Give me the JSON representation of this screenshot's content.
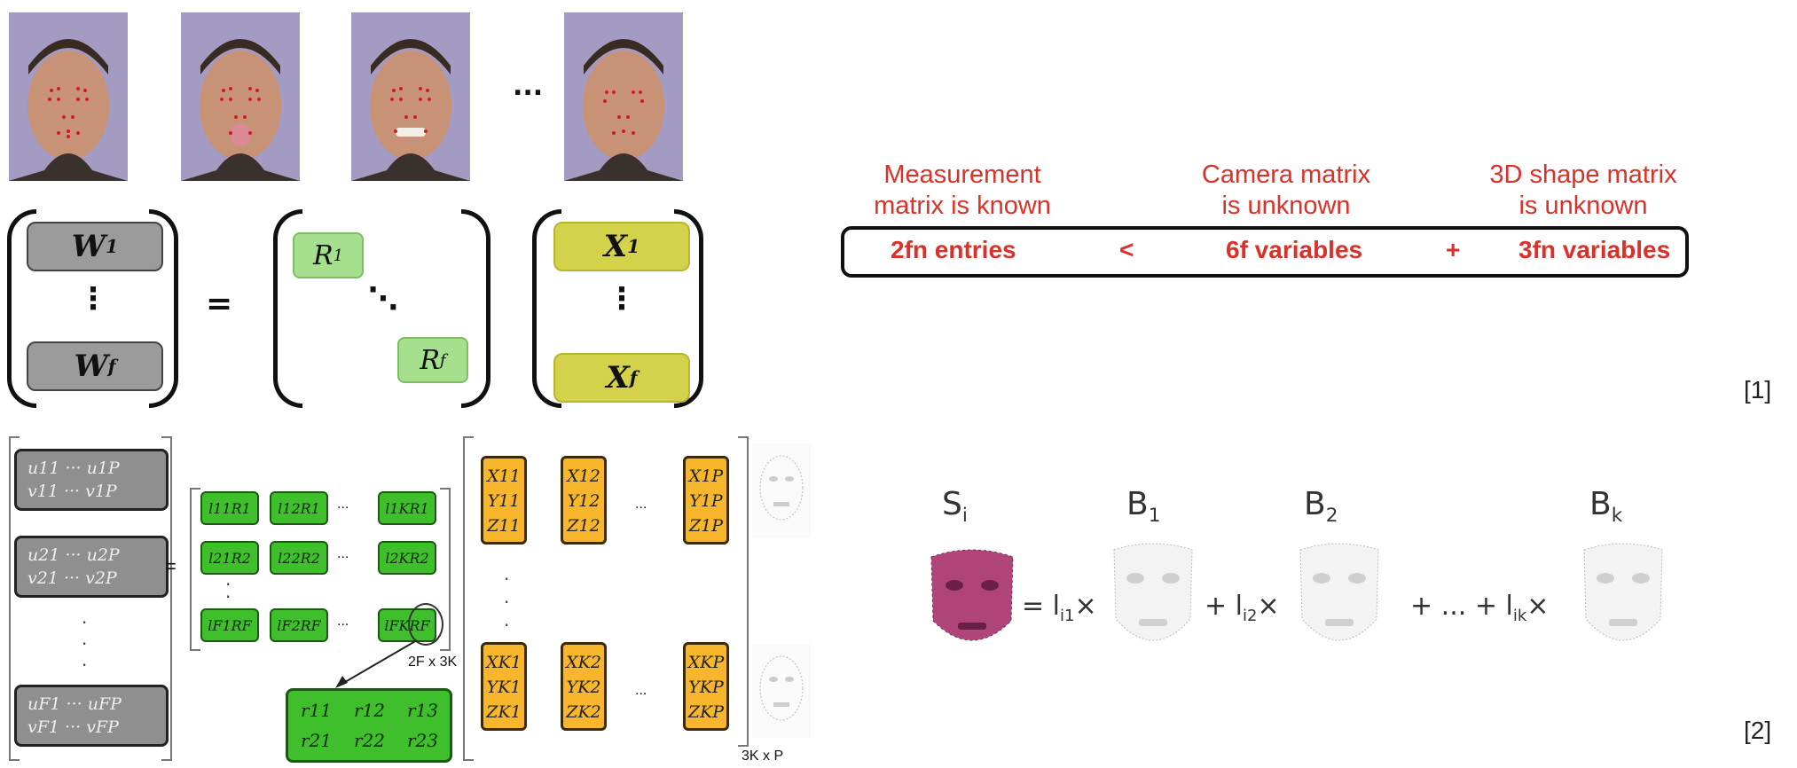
{
  "top_left": {
    "ellipsis": "...",
    "equals": "=",
    "vdots": "⋮",
    "ddots": "⋱",
    "W1": "W",
    "W1_sub": "1",
    "Wf": "W",
    "Wf_sub": "f",
    "R1": "R",
    "R1_sub": "1",
    "Rf": "R",
    "Rf_sub": "f",
    "X1": "X",
    "X1_sub": "1",
    "Xf": "X",
    "Xf_sub": "f"
  },
  "constraint": {
    "col1_line1": "Measurement",
    "col1_line2": "matrix is known",
    "col2_line1": "Camera matrix",
    "col2_line2": "is unknown",
    "col3_line1": "3D shape matrix",
    "col3_line2": "is unknown",
    "term1": "2fn entries",
    "op1": "<",
    "term2": "6f variables",
    "op2": "+",
    "term3": "3fn variables"
  },
  "citations": {
    "c1": "[1]",
    "c2": "[2]"
  },
  "bottom_left": {
    "u11": "u11 ··· u1P",
    "v11": "v11 ··· v1P",
    "u21": "u21 ··· u2P",
    "v21": "v21 ··· v2P",
    "uF1": "uF1 ··· uFP",
    "vF1": "vF1 ··· vFP",
    "equals": "=",
    "cells_row1": [
      "l11R1",
      "l12R1",
      "l1KR1"
    ],
    "cells_row2": [
      "l21R2",
      "l22R2",
      "l2KR2"
    ],
    "cells_row3": [
      "lF1RF",
      "lF2RF",
      "lFKRF"
    ],
    "ellipsis": "...",
    "dim1": "2F x 3K",
    "r_row1": [
      "r11",
      "r12",
      "r13"
    ],
    "r_row2": [
      "r21",
      "r22",
      "r23"
    ],
    "ytop": [
      "X11 Y11 Z11",
      "X12 Y12 Z12",
      "X1P Y1P Z1P"
    ],
    "ybot": [
      "XK1 YK1 ZK1",
      "XK2 YK2 ZK2",
      "XKP YKP ZKP"
    ],
    "dim2": "3K x P"
  },
  "bottom_right": {
    "Si": "S",
    "Si_sub": "i",
    "B1": "B",
    "B1_sub": "1",
    "B2": "B",
    "B2_sub": "2",
    "Bk": "B",
    "Bk_sub": "k",
    "eq1": "= l",
    "eq1_sub": "i1",
    "eq1_x": "×",
    "eq2": "+ l",
    "eq2_sub": "i2",
    "eq2_x": "×",
    "eq3": "+  ...  +  l",
    "eq3_sub": "ik",
    "eq3_x": "×"
  },
  "colors": {
    "red": "#d8322a",
    "gray_box": "#9b9b9b",
    "green_box": "#a6df8e",
    "yellow_box": "#d4d24a",
    "face_bg": "#a39bc1",
    "mesh_pink": "#b0457a"
  }
}
